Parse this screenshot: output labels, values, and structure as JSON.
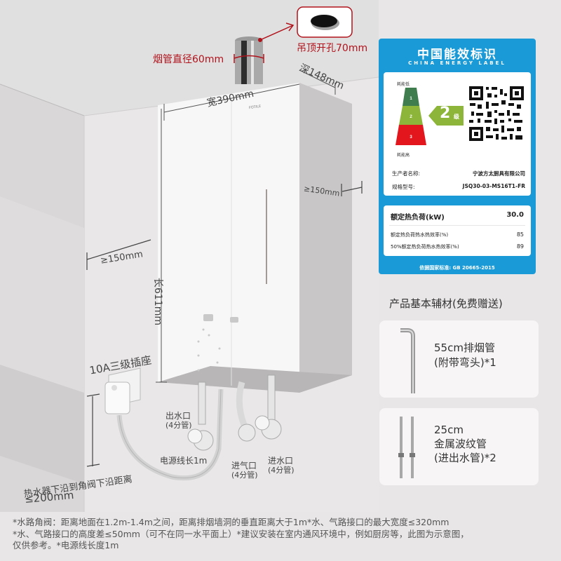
{
  "diagram": {
    "ceiling_hole": {
      "label": "吊顶开孔70mm"
    },
    "flue_pipe": {
      "label": "烟管直径60mm"
    },
    "dimensions": {
      "depth": "深148mm",
      "width": "宽390mm",
      "length": "长611mm",
      "right_clearance": "≥150mm",
      "left_clearance": "≥150mm"
    },
    "brand_mark": "FOTILE",
    "socket": {
      "label": "10A三级插座"
    },
    "distance_note": {
      "line1": "热水器下沿到角阀下沿距离",
      "line2": "≤200mm"
    },
    "ports": {
      "outlet": {
        "line1": "出水口",
        "line2": "(4分管)"
      },
      "power_cord": "电源线长1m",
      "gas_inlet": {
        "line1": "进气口",
        "line2": "(4分管)"
      },
      "water_inlet": {
        "line1": "进水口",
        "line2": "(4分管)"
      }
    },
    "colors": {
      "accent_red": "#b0121b",
      "label_blue": "#1a9ad7",
      "grade1": "#3f7d4f",
      "grade2": "#8db53a",
      "grade3": "#e3161d"
    }
  },
  "energy_label": {
    "title": "中国能效标识",
    "subtitle": "CHINA ENERGY LABEL",
    "low_consumption": "耗能低",
    "high_consumption": "耗能高",
    "grades": [
      "1",
      "2",
      "3"
    ],
    "current_grade": "2",
    "grade_suffix": "级",
    "manufacturer_label": "生产者名称:",
    "manufacturer_value": "宁波方太厨具有限公司",
    "model_label": "规格型号:",
    "model_value": "JSQ30-03-MS16T1-FR",
    "rated_load_label": "额定热负荷(kW)",
    "rated_load_value": "30.0",
    "efficiency_rows": [
      {
        "label": "额定热负荷热水热效率(%)",
        "value": "85"
      },
      {
        "label": "50%额定热负荷热水热效率(%)",
        "value": "89"
      }
    ],
    "standard": "依据国家标准: GB 20665-2015"
  },
  "accessories": {
    "title": "产品基本辅材(免费赠送)",
    "items": [
      {
        "lines": [
          "55cm排烟管",
          "(附带弯头)*1"
        ]
      },
      {
        "lines": [
          "25cm",
          "金属波纹管",
          "(进出水管)*2"
        ]
      }
    ]
  },
  "footnotes": [
    "*水路角阀：距离地面在1.2m-1.4m之间，距离排烟墙洞的垂直距离大于1m*水、气路接口的最大宽度≤320mm",
    "*水、气路接口的高度差≤50mm（可不在同一水平面上）*建议安装在室内通风环境中，例如厨房等，此图为示意图，",
    "仅供参考。*电源线长度1m"
  ]
}
